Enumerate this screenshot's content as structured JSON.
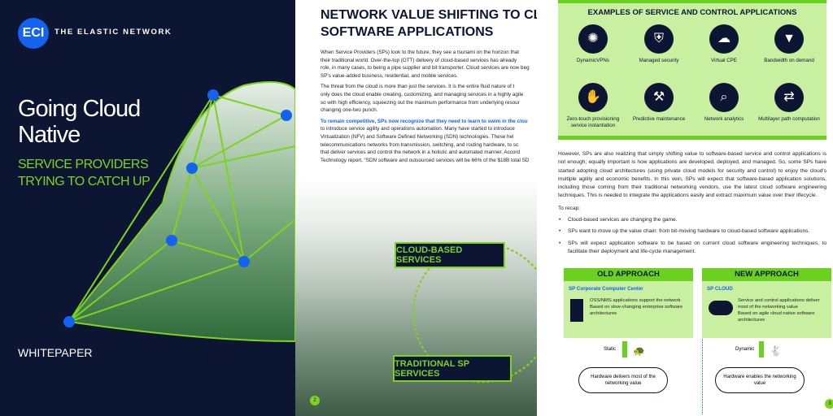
{
  "cover": {
    "logo": "ECI",
    "tagline": "THE ELASTIC NETWORK",
    "title_line1": "Going Cloud",
    "title_line2": "Native",
    "subtitle_line1": "SERVICE PROVIDERS",
    "subtitle_line2": "TRYING TO CATCH UP",
    "type": "WHITEPAPER"
  },
  "middle": {
    "title_line1": "NETWORK VALUE SHIFTING TO CLOUD-I",
    "title_line2": "SOFTWARE APPLICATIONS",
    "p1": [
      "When Service Providers (SPs) look to the future, they see a tsunami on the horizon that",
      "their traditional world. Over-the-top (OTT) delivery of cloud-based services has already",
      "role, in many cases, to being a pipe supplier and bit transporter. Cloud services are now beg",
      "SP's value-added business, residential, and mobile services."
    ],
    "p2": [
      "The threat from the cloud is more than just the services. It is the entire fluid nature of t",
      "only does the cloud enable creating, customizing, and managing services in a highly agile",
      "so with high efficiency, squeezing out the maximum performance from underlying resour",
      "changing one-two punch."
    ],
    "p3_highlight": "To remain competitive, SPs now recognize that they need to learn to swim in the clou",
    "p3": [
      "to introduce service agility and operations automation. Many have started to introduce",
      "Virtualization (NFV) and Software Defined Networking (SDN) technologies. These hel",
      "telecommunications networks from transmission, switching, and routing hardware, to sc",
      "that deliver services and control the network in a holistic and automated manner. Accord",
      "Technology report, \"SDN software and outsourced services will be 66% of the $18B total SD"
    ],
    "label_cloud": "CLOUD-BASED SERVICES",
    "label_traditional": "TRADITIONAL SP SERVICES",
    "page": "2"
  },
  "right": {
    "examples_title": "EXAMPLES OF SERVICE AND CONTROL APPLICATIONS",
    "examples": [
      {
        "label": "DynamicVPNs",
        "icon": "network-hub-icon"
      },
      {
        "label": "Managed security",
        "icon": "shield-icon"
      },
      {
        "label": "Virtual CPE",
        "icon": "cloud-server-icon"
      },
      {
        "label": "Bandwidth on demand",
        "icon": "funnel-icon"
      },
      {
        "label": "Zero-touch provisioning service instantiation",
        "icon": "hand-coin-icon"
      },
      {
        "label": "Predictive maintenance",
        "icon": "tools-icon"
      },
      {
        "label": "Network analytics",
        "icon": "magnifier-chart-icon"
      },
      {
        "label": "Multilayer path computation",
        "icon": "arrows-icon"
      }
    ],
    "paragraph": "However, SPs are also realizing that simply shifting value to software-based service and control applications is not enough; equally important is how applications are developed, deployed, and managed. So, some SPs have started adopting cloud architectures (using private cloud models for security and control) to enjoy the cloud's multiple agility and economic benefits. In this vein, SPs will expect that software-based application solutions, including those coming from their traditional networking vendors, use the latest cloud software engineering techniques. This is needed to integrate the applications easily and extract maximum value over their lifecycle.",
    "recap": "To recap:",
    "bullets": [
      "Cloud-based services are changing the game.",
      "SPs want to move up the value chain: from bit-moving hardware to cloud-based software applications.",
      "SPs will expect application software to be based on current cloud software engineering techniques, to facilitate their deployment and life-cycle management."
    ],
    "old": {
      "header": "OLD APPROACH",
      "sub": "SP Corporate Computer Center",
      "points": [
        "OSS/NMS applications support the network",
        "Based on slow-changing enterprise software architectures"
      ],
      "speed": "Static",
      "cloud": "Hardware delivers most of the networking value"
    },
    "new": {
      "header": "NEW APPROACH",
      "sub": "SP CLOUD",
      "points": [
        "Service and control applications deliver most of the networking value",
        "Based on agile cloud native software architectures"
      ],
      "speed": "Dynamic",
      "cloud": "Hardware enables the networking value"
    },
    "page": "3"
  }
}
